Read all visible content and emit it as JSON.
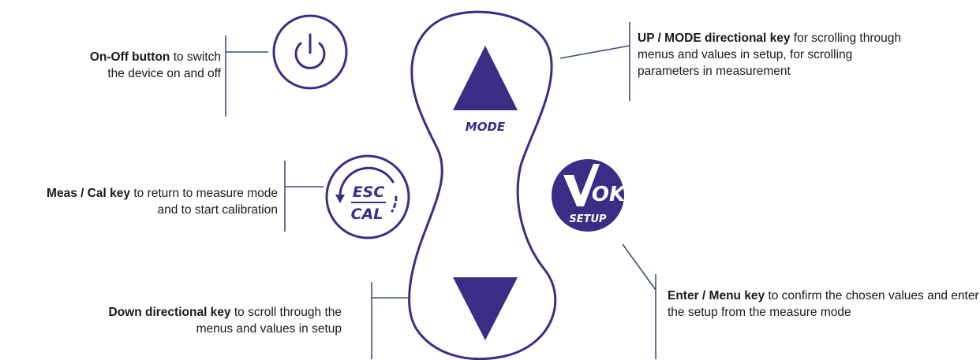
{
  "colors": {
    "accent": "#3b2c86",
    "leader_line": "#3d4f7a",
    "text": "#1a1a1a"
  },
  "keys": {
    "mode_label": "MODE",
    "esc_label": "ESC",
    "cal_label": "CAL",
    "ok_label": "OK",
    "setup_label": "SETUP",
    "power_icon": "power-icon",
    "up_icon": "triangle-up-icon",
    "down_icon": "triangle-down-icon",
    "check_icon": "checkmark-icon",
    "rotate_icon": "circular-arrow-icon"
  },
  "callouts": {
    "onoff": {
      "title": "On-Off button",
      "text": " to switch the device on and off"
    },
    "up": {
      "title": "UP / MODE directional key",
      "text": " for scrolling through menus and values in setup, for scrolling parameters in measurement"
    },
    "meas": {
      "title": "Meas / Cal key",
      "text": " to return to measure mode and to start calibration"
    },
    "enter": {
      "title": "Enter / Menu key",
      "text": " to confirm the chosen values and enter the setup from the measure mode"
    },
    "down": {
      "title": "Down directional key",
      "text": " to scroll through the menus and values in setup"
    }
  }
}
